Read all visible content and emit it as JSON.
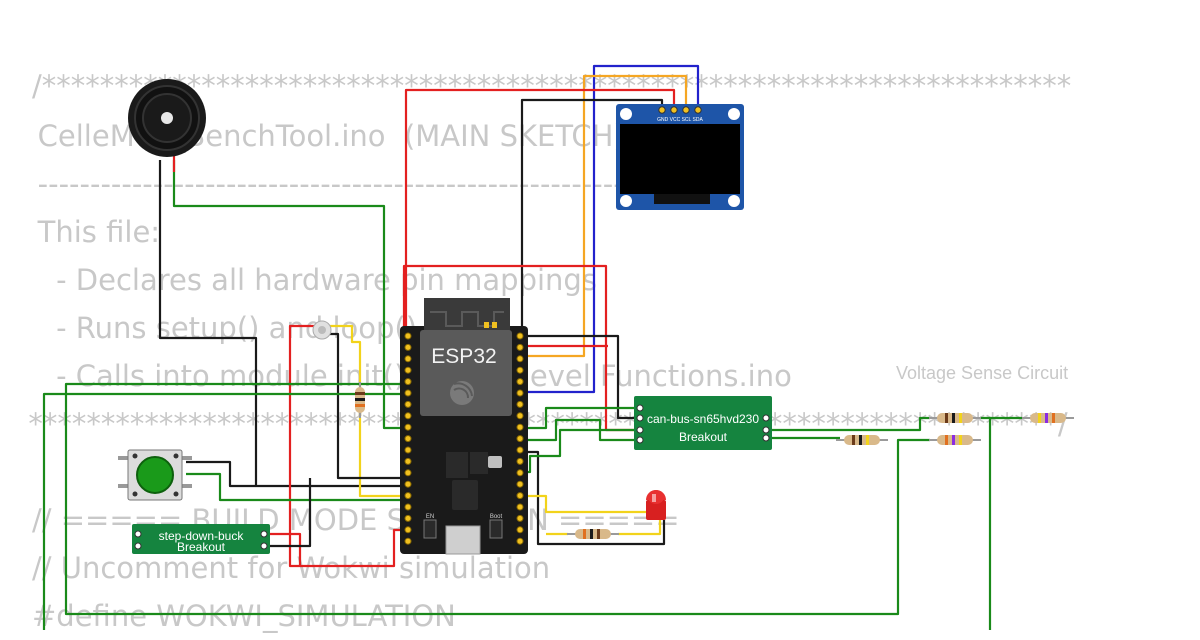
{
  "code_lines": [
    "/***********************************************************************",
    "   CelleMon_BenchTool.ino  (MAIN SKETCH)",
    "   ------------------------------------------------------------",
    "   This file:",
    "     - Declares all hardware pin mappings",
    "     - Runs setup() and loop()",
    "     - Calls into module init() + high-level Functions.ino",
    "  ***********************************************************************/",
    "// ===== BUILD MODE SELECTION =====",
    "// Uncomment for Wokwi simulation",
    "#define WOKWI_SIMULATION"
  ],
  "labels": {
    "esp32": "ESP32",
    "can_name": "can-bus-sn65hvd230",
    "can_sub": "Breakout",
    "buck_name": "step-down-buck",
    "buck_sub": "Breakout",
    "voltage_sense": "Voltage Sense Circuit",
    "oled_pins": "GND VCC SCL SDA",
    "boot": "Boot",
    "en": "EN"
  },
  "colors": {
    "wire_red": "#e32020",
    "wire_black": "#1a1a1a",
    "wire_green": "#1a8a1a",
    "wire_blue": "#2222cc",
    "wire_orange": "#f5a623",
    "wire_yellow": "#f2d31b",
    "breakout_green": "#15843f",
    "oled_blue": "#1e55a8"
  }
}
